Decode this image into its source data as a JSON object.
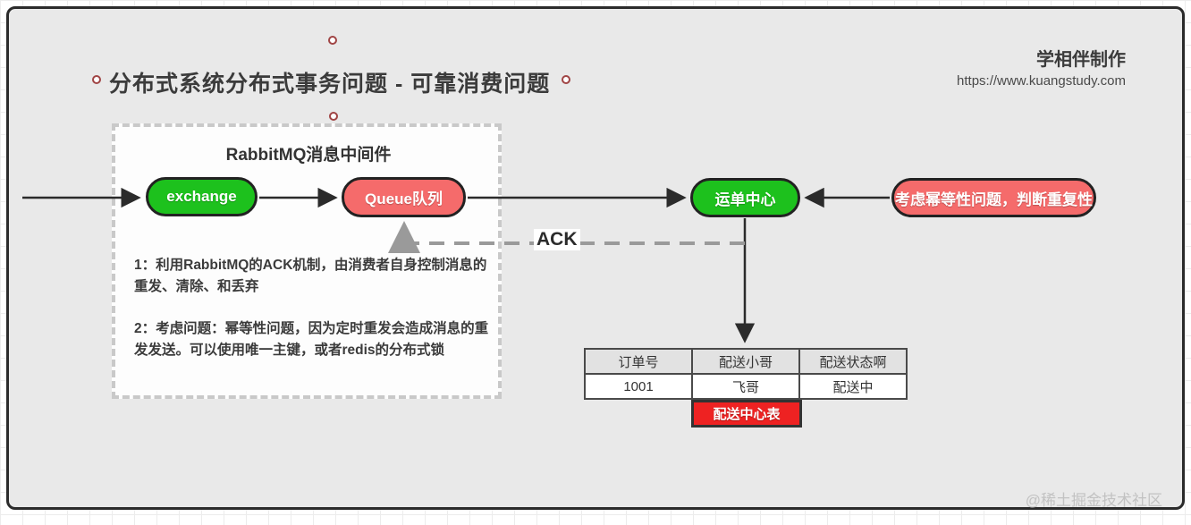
{
  "page": {
    "title": "分布式系统分布式事务问题 - 可靠消费问题",
    "credit": "学相伴制作",
    "url": "https://www.kuangstudy.com",
    "watermark": "@稀土掘金技术社区"
  },
  "diagram": {
    "rabbitmq_group": {
      "title": "RabbitMQ消息中间件",
      "exchange_label": "exchange",
      "queue_label": "Queue队列",
      "notes": [
        "1：利用RabbitMQ的ACK机制，由消费者自身控制消息的重发、清除、和丢弃",
        "2：考虑问题：幂等性问题，因为定时重发会造成消息的重发发送。可以使用唯一主键，或者redis的分布式锁"
      ]
    },
    "waybill_label": "运单中心",
    "idempotent_label": "考虑幂等性问题，判断重复性",
    "ack_label": "ACK",
    "table": {
      "headers": [
        "订单号",
        "配送小哥",
        "配送状态啊"
      ],
      "rows": [
        [
          "1001",
          "飞哥",
          "配送中"
        ]
      ],
      "caption": "配送中心表"
    },
    "colors": {
      "node_green": "#1dc11d",
      "node_salmon": "#f56b6b",
      "caption_red": "#ee2222",
      "wire_black": "#2b2b2b",
      "wire_gray": "#9a9a9a"
    }
  }
}
